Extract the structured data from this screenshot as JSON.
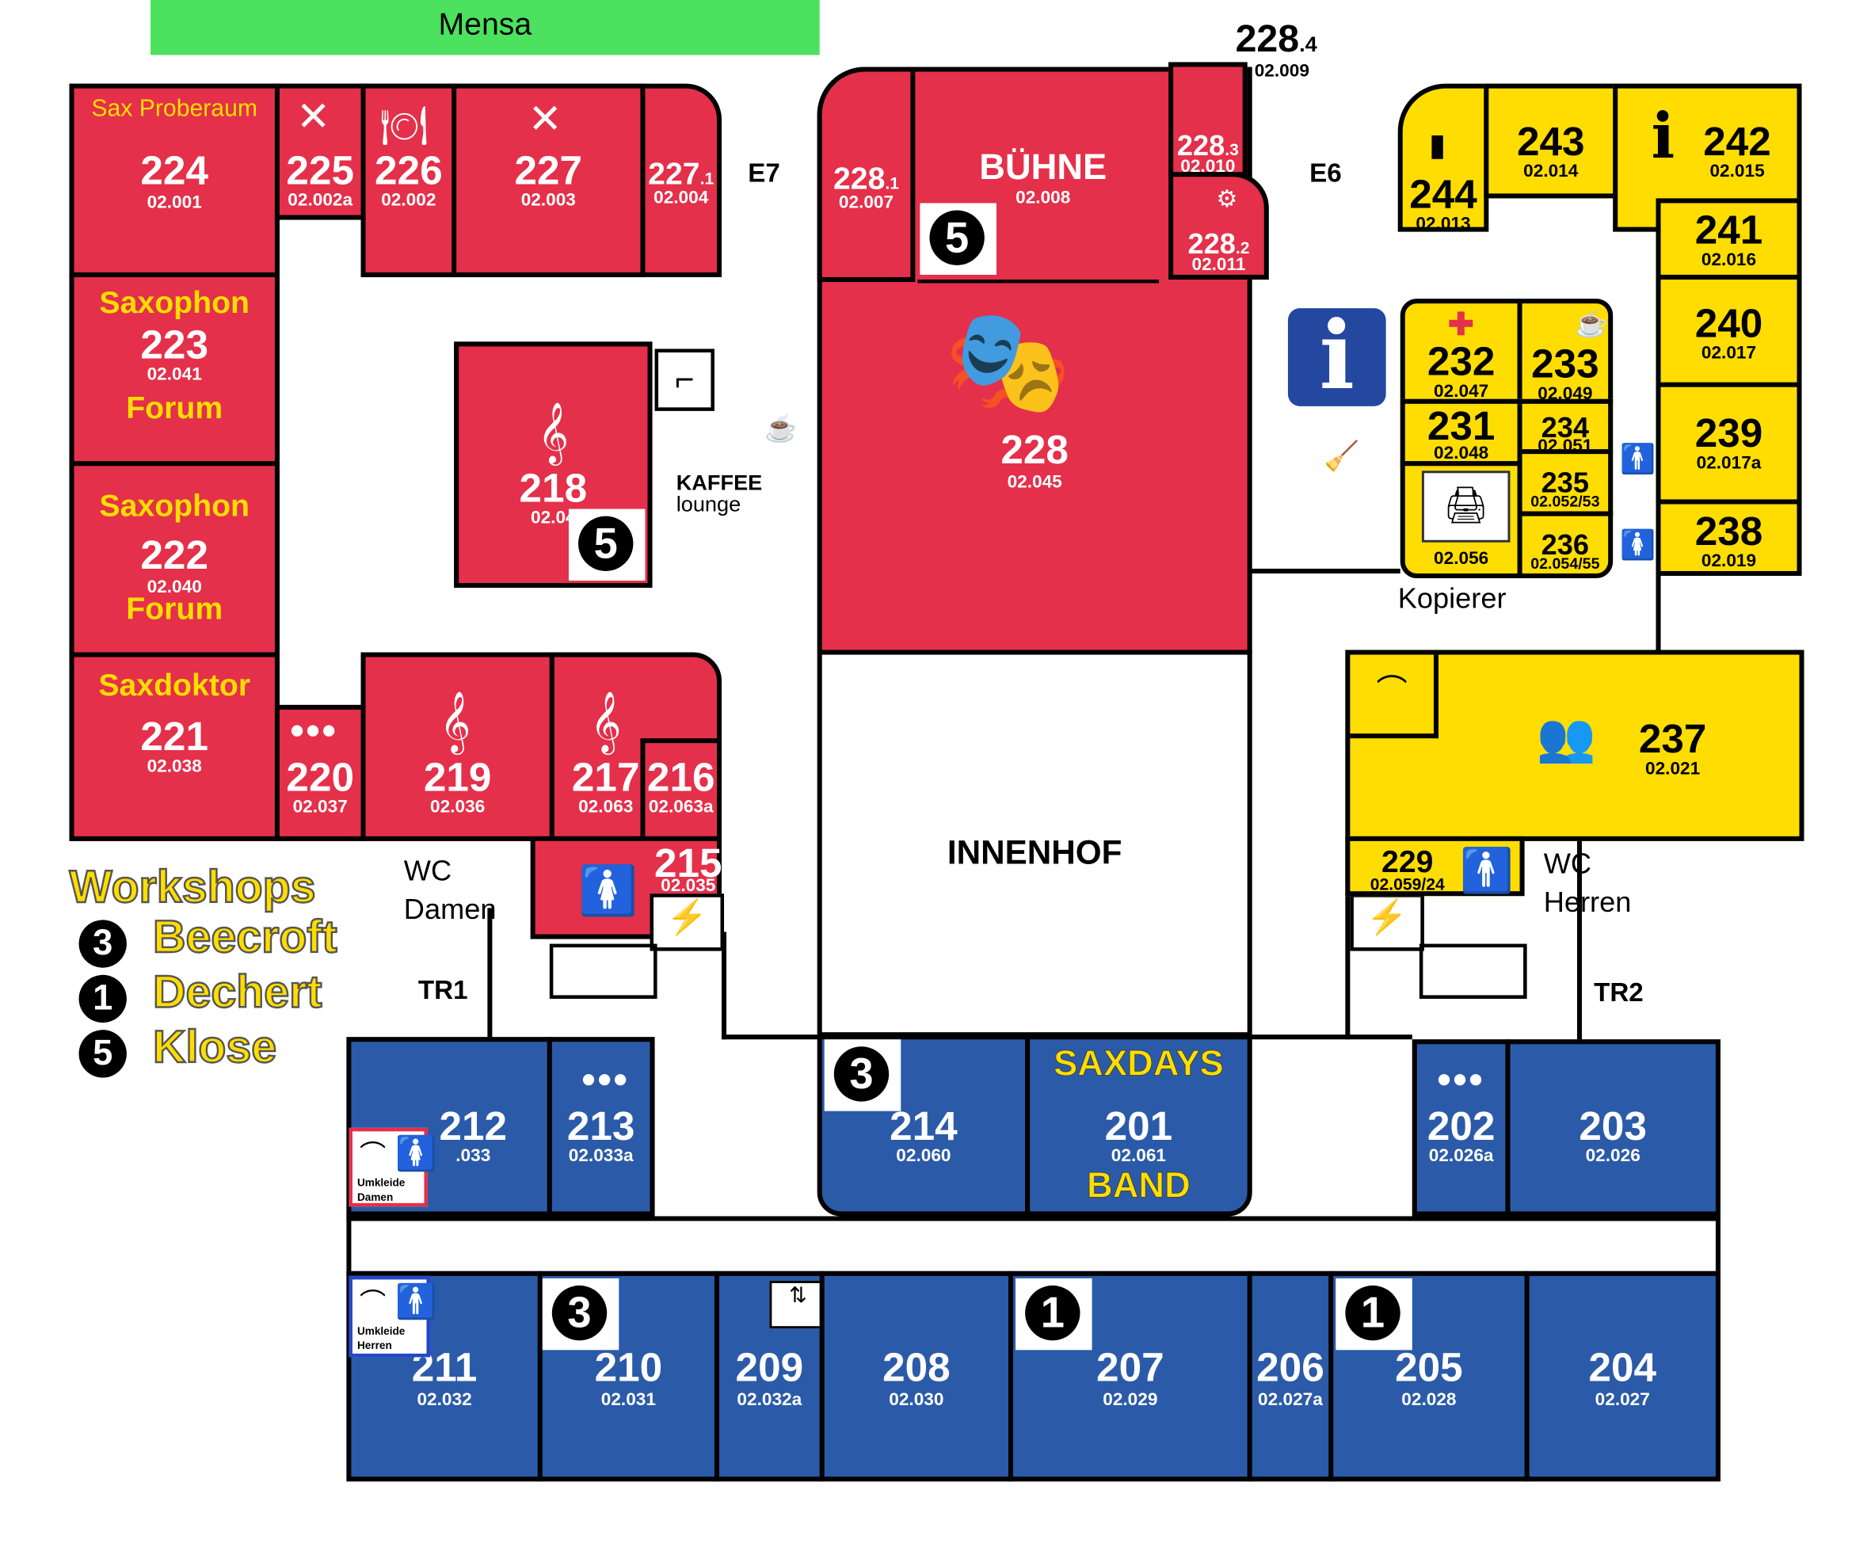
{
  "header": {
    "mensa": "Mensa"
  },
  "colors": {
    "red": "#e4304a",
    "yellow": "#ffdd00",
    "blue": "#2b5ba8",
    "green": "#4ce15f",
    "info_blue": "#2447a0"
  },
  "labels": {
    "e7": "E7",
    "e6": "E6",
    "tr1": "TR1",
    "tr2": "TR2",
    "wc_damen_1": "WC",
    "wc_damen_2": "Damen",
    "wc_herren_1": "WC",
    "wc_herren_2": "Herren",
    "innenhof": "INNENHOF",
    "kopierer": "Kopierer",
    "kaffee": "KAFFEE",
    "lounge": "lounge",
    "umkleide_damen_1": "Umkleide",
    "umkleide_damen_2": "Damen",
    "umkleide_herren_1": "Umkleide",
    "umkleide_herren_2": "Herren",
    "info": "i"
  },
  "legend": {
    "title": "Workshops",
    "items": [
      {
        "num": "3",
        "name": "Beecroft"
      },
      {
        "num": "1",
        "name": "Dechert"
      },
      {
        "num": "5",
        "name": "Klose"
      }
    ]
  },
  "rooms": {
    "r224": {
      "num": "224",
      "code": "02.001",
      "name": "Sax Proberaum"
    },
    "r225": {
      "num": "225",
      "code": "02.002a"
    },
    "r226": {
      "num": "226",
      "code": "02.002"
    },
    "r227": {
      "num": "227",
      "code": "02.003"
    },
    "r2271": {
      "num": "227",
      "sub": ".1",
      "code": "02.004"
    },
    "r2281": {
      "num": "228",
      "sub": ".1",
      "code": "02.007"
    },
    "buehne": {
      "name": "BÜHNE",
      "code": "02.008"
    },
    "r2283": {
      "num": "228",
      "sub": ".3",
      "code": "02.010"
    },
    "r2282": {
      "num": "228",
      "sub": ".2",
      "code": "02.011"
    },
    "r2284": {
      "num": "228",
      "sub": ".4",
      "code": "02.009"
    },
    "r228": {
      "num": "228",
      "code": "02.045"
    },
    "r223": {
      "num": "223",
      "code": "02.041",
      "name1": "Saxophon",
      "name2": "Forum"
    },
    "r222": {
      "num": "222",
      "code": "02.040",
      "name1": "Saxophon",
      "name2": "Forum"
    },
    "r221": {
      "num": "221",
      "code": "02.038",
      "name": "Saxdoktor"
    },
    "r220": {
      "num": "220",
      "code": "02.037"
    },
    "r219": {
      "num": "219",
      "code": "02.036"
    },
    "r218": {
      "num": "218",
      "code": "02.04"
    },
    "r217": {
      "num": "217",
      "code": "02.063"
    },
    "r216": {
      "num": "216",
      "code": "02.063a"
    },
    "r215": {
      "num": "215",
      "code": "02.035"
    },
    "r243": {
      "num": "243",
      "code": "02.014"
    },
    "r242": {
      "num": "242",
      "code": "02.015"
    },
    "r244": {
      "num": "244",
      "code": "02.013"
    },
    "r241": {
      "num": "241",
      "code": "02.016"
    },
    "r240": {
      "num": "240",
      "code": "02.017"
    },
    "r239": {
      "num": "239",
      "code": "02.017a"
    },
    "r238": {
      "num": "238",
      "code": "02.019"
    },
    "r232": {
      "num": "232",
      "code": "02.047"
    },
    "r233": {
      "num": "233",
      "code": "02.049"
    },
    "r231": {
      "num": "231",
      "code": "02.048"
    },
    "r234": {
      "num": "234",
      "code": "02.051"
    },
    "r235": {
      "num": "235",
      "code": "02.052/53"
    },
    "r236": {
      "num": "236",
      "code": "02.054/55"
    },
    "r230": {
      "code": "02.056"
    },
    "r237": {
      "num": "237",
      "code": "02.021"
    },
    "r229": {
      "num": "229",
      "code": "02.059/24"
    },
    "r212": {
      "num": "212",
      "code": ".033"
    },
    "r213": {
      "num": "213",
      "code": "02.033a"
    },
    "r214": {
      "num": "214",
      "code": "02.060"
    },
    "r201": {
      "num": "201",
      "code": "02.061",
      "name1": "SAXDAYS",
      "name2": "BAND"
    },
    "r202": {
      "num": "202",
      "code": "02.026a"
    },
    "r203": {
      "num": "203",
      "code": "02.026"
    },
    "r211": {
      "num": "211",
      "code": "02.032"
    },
    "r210": {
      "num": "210",
      "code": "02.031"
    },
    "r209": {
      "num": "209",
      "code": "02.032a"
    },
    "r208": {
      "num": "208",
      "code": "02.030"
    },
    "r207": {
      "num": "207",
      "code": "02.029"
    },
    "r206": {
      "num": "206",
      "code": "02.027a"
    },
    "r205": {
      "num": "205",
      "code": "02.028"
    },
    "r204": {
      "num": "204",
      "code": "02.027"
    }
  },
  "badges": {
    "b_buehne": "5",
    "b_218": "5",
    "b_214": "3",
    "b_210": "3",
    "b_207": "1",
    "b_205": "1"
  }
}
